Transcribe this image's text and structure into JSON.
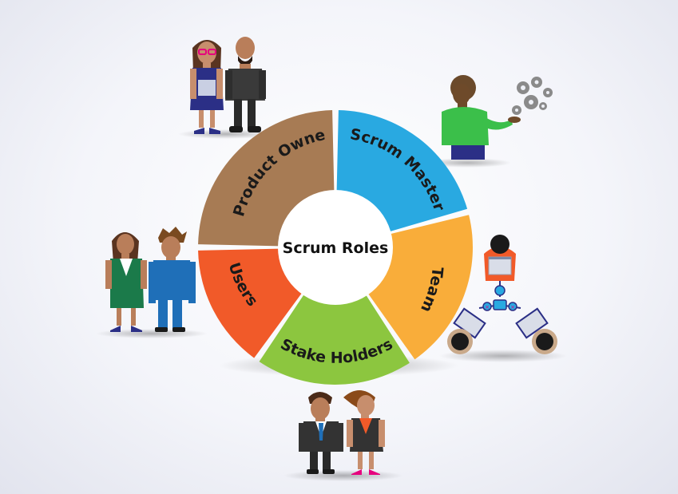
{
  "diagram": {
    "center_label": "Scrum Roles",
    "segments": [
      {
        "id": "product-owner",
        "label": "Product Owner",
        "color": "#a77b54"
      },
      {
        "id": "scrum-master",
        "label": "Scrum Master",
        "color": "#29a9e1"
      },
      {
        "id": "team",
        "label": "Team",
        "color": "#f9ad3a"
      },
      {
        "id": "stake-holders",
        "label": "Stake Holders",
        "color": "#8cc63f"
      },
      {
        "id": "users",
        "label": "Users",
        "color": "#f15a29"
      }
    ]
  }
}
